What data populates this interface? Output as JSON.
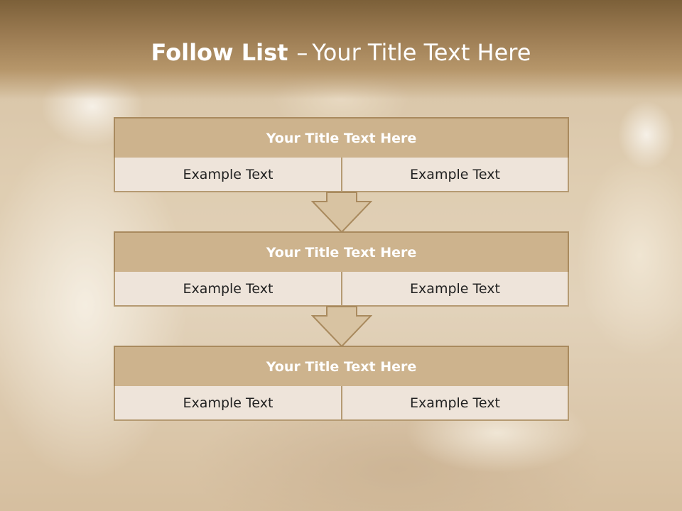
{
  "slide": {
    "title_bold": "Follow List",
    "title_separator": "–",
    "title_rest": "Your Title Text Here"
  },
  "steps": [
    {
      "title": "Your Title Text Here",
      "left": "Example Text",
      "right": "Example Text"
    },
    {
      "title": "Your Title Text Here",
      "left": "Example Text",
      "right": "Example Text"
    },
    {
      "title": "Your Title Text Here",
      "left": "Example Text",
      "right": "Example Text"
    }
  ],
  "colors": {
    "title_band": "#8b6c44",
    "header_fill": "#cdb38d",
    "cell_fill": "#eee4da",
    "border": "#b59a72",
    "arrow_fill": "#d8c3a2"
  }
}
